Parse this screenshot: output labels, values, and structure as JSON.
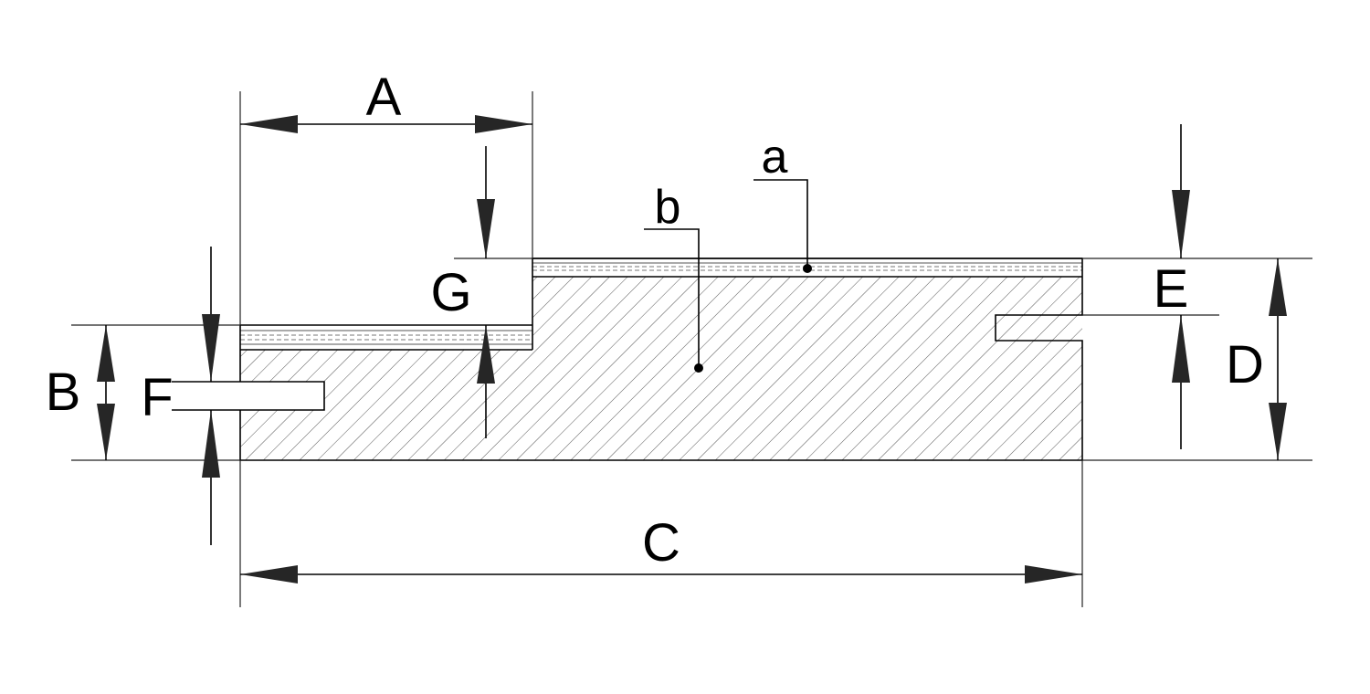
{
  "dimensions": {
    "A": "A",
    "B": "B",
    "C": "C",
    "D": "D",
    "E": "E",
    "F": "F",
    "G": "G"
  },
  "leaders": {
    "a": "a",
    "b": "b"
  },
  "colors": {
    "line": "#000000",
    "arrow": "#262626",
    "hatch": "#555555",
    "background": "#ffffff"
  }
}
